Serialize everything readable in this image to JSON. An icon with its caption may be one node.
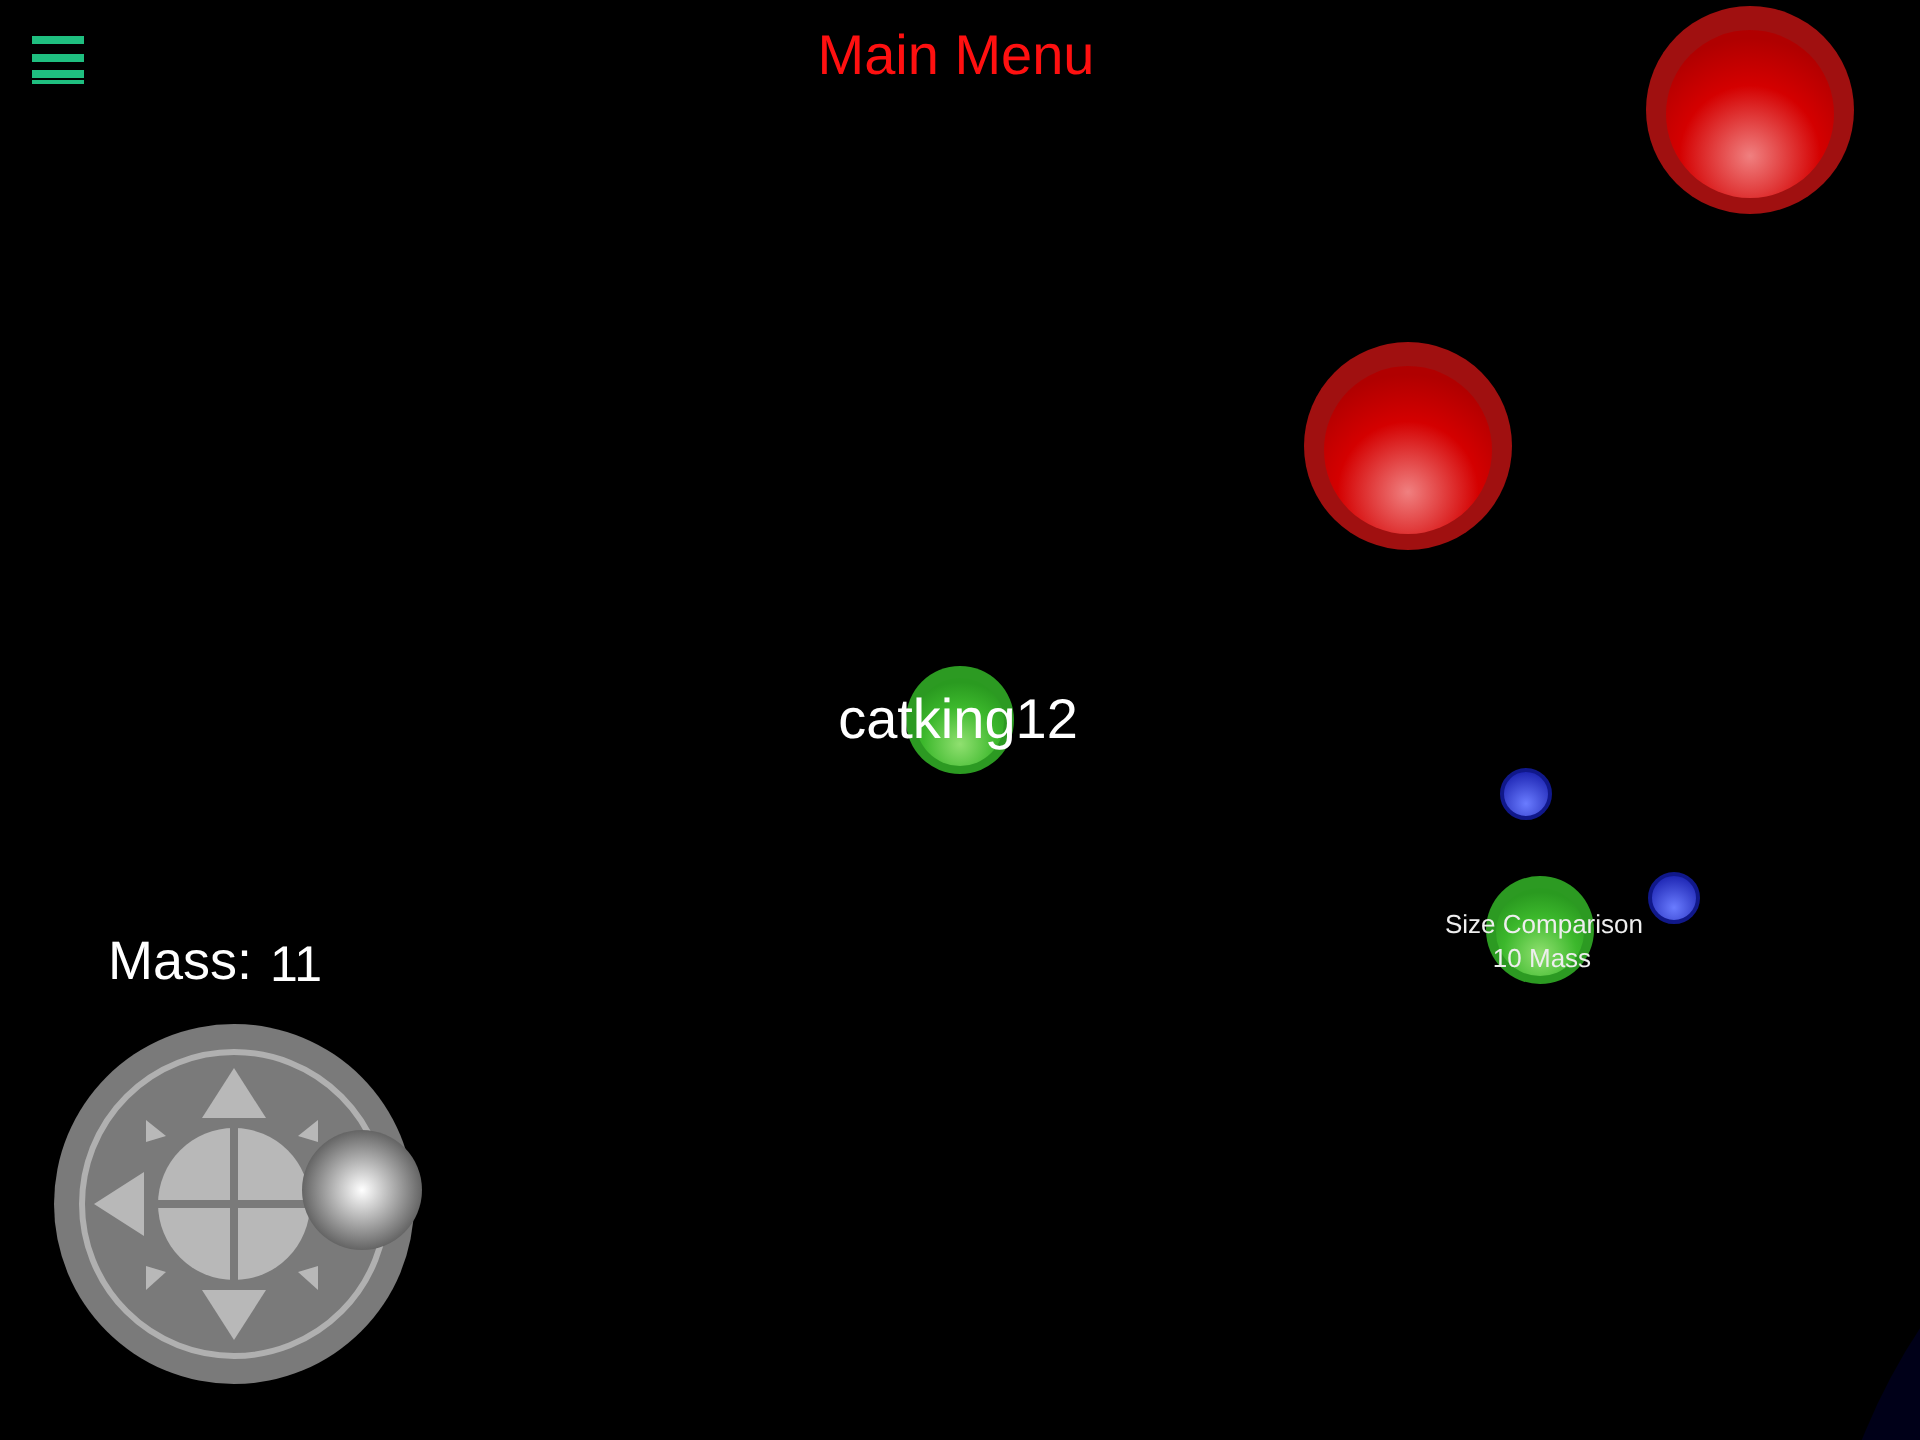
{
  "diagram": {
    "labels": [
      "Main Menu",
      "catking12",
      "Size Comparison",
      "10 Mass",
      "Mass:",
      "11"
    ]
  }
}
